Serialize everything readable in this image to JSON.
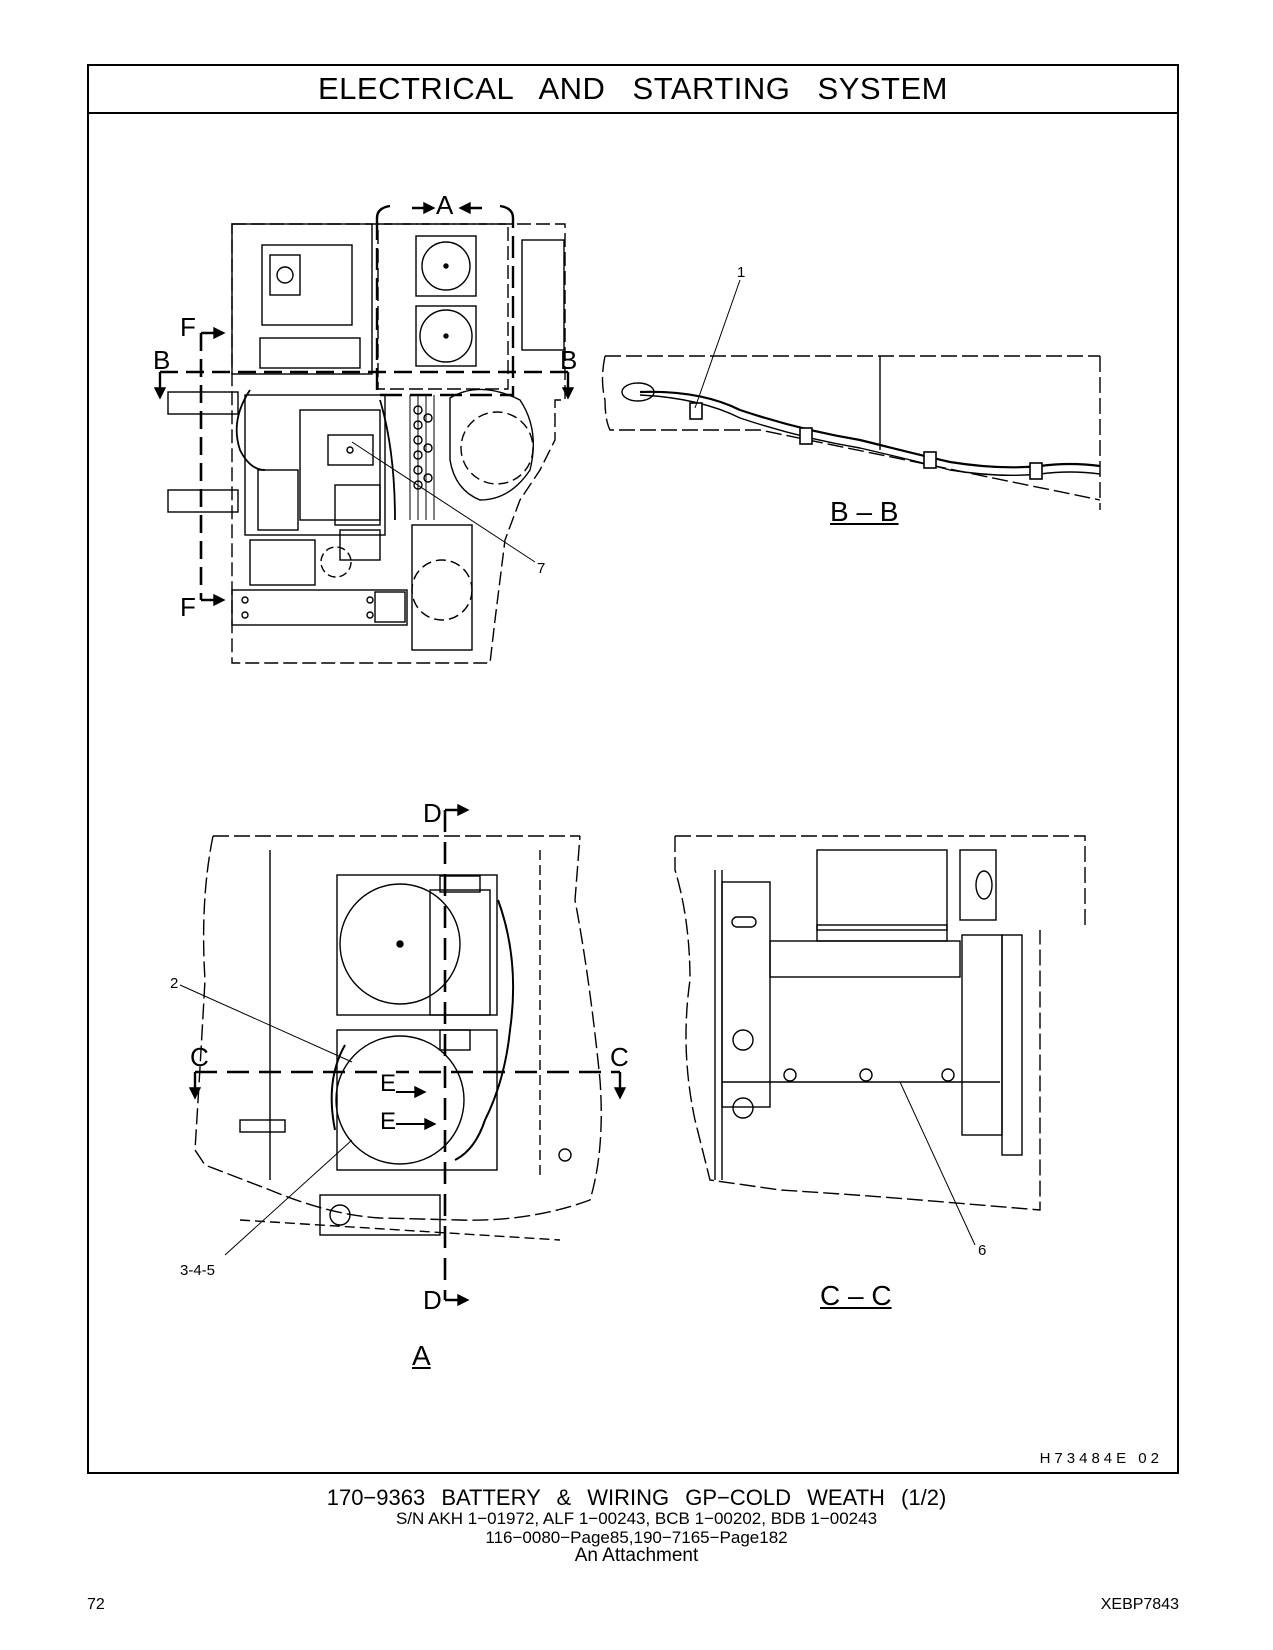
{
  "header": {
    "title": "ELECTRICAL AND STARTING SYSTEM"
  },
  "views": {
    "top_view": {
      "section_a_label": "A",
      "section_b_left": "B",
      "section_b_right": "B",
      "section_f_top": "F",
      "section_f_bottom": "F"
    },
    "bb_view": {
      "title": "B – B"
    },
    "a_view": {
      "title": "A",
      "section_d_top": "D",
      "section_d_bottom": "D",
      "section_c_left": "C",
      "section_c_right": "C",
      "section_e_top": "E",
      "section_e_bottom": "E"
    },
    "cc_view": {
      "title": "C – C"
    }
  },
  "callouts": {
    "c1": "1",
    "c7": "7",
    "c2": "2",
    "c345": "3-4-5",
    "c6": "6"
  },
  "drawing_id": "H73484E 02",
  "caption": {
    "main": "170−9363 BATTERY & WIRING GP−COLD WEATH (1/2)",
    "serials": "S/N AKH 1−01972, ALF 1−00243, BCB 1−00202, BDB 1−00243",
    "refs": "116−0080−Page85,190−7165−Page182",
    "note": "An Attachment"
  },
  "footer": {
    "page_number": "72",
    "doc_id": "XEBP7843"
  }
}
